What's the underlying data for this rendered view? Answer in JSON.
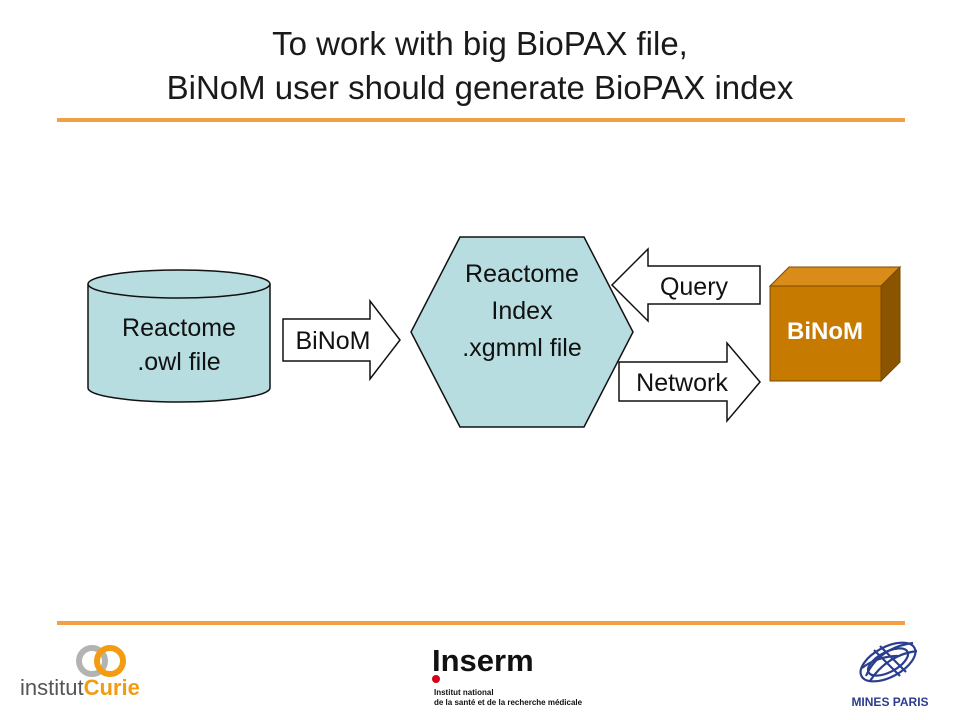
{
  "slide": {
    "title_line1": "To work with big BioPAX file,",
    "title_line2": "BiNoM user should generate BioPAX index"
  },
  "diagram": {
    "source_db": {
      "line1": "Reactome",
      "line2": ".owl file"
    },
    "binom_arrow": {
      "label": "BiNoM"
    },
    "index": {
      "line1": "Reactome",
      "line2": "Index",
      "line3": ".xgmml file"
    },
    "query_arrow": {
      "label": "Query"
    },
    "network_arrow": {
      "label": "Network"
    },
    "binom_box": {
      "label": "BiNoM"
    }
  },
  "colors": {
    "accent_rule": "#f2a044",
    "shape_fill": "#b7dde0",
    "binom_box": "#c77a00"
  },
  "logos": {
    "curie": {
      "prefix": "institut",
      "name": "Curie"
    },
    "inserm": {
      "name": "Inserm",
      "sub1": "Institut national",
      "sub2": "de la santé et de la recherche médicale"
    },
    "mines": {
      "name": "MINES PARIS"
    }
  }
}
